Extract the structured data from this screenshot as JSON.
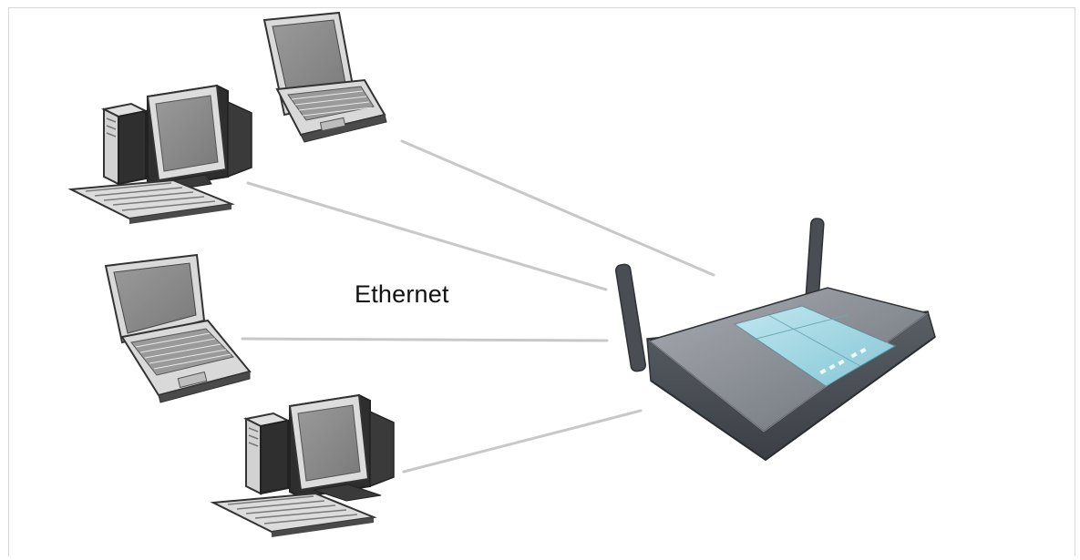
{
  "diagram": {
    "connection_label": "Ethernet",
    "nodes": [
      {
        "id": "laptop-top",
        "kind": "laptop"
      },
      {
        "id": "desktop-upper",
        "kind": "desktop"
      },
      {
        "id": "laptop-middle",
        "kind": "laptop"
      },
      {
        "id": "desktop-lower",
        "kind": "desktop"
      },
      {
        "id": "router",
        "kind": "wireless-router"
      }
    ],
    "links": [
      {
        "from": "laptop-top",
        "to": "router"
      },
      {
        "from": "desktop-upper",
        "to": "router"
      },
      {
        "from": "laptop-middle",
        "to": "router"
      },
      {
        "from": "desktop-lower",
        "to": "router"
      }
    ],
    "colors": {
      "link": "#c8c8c8",
      "device_body": "#d6d6d6",
      "device_dark": "#3a3a3a",
      "screen": "#8a8a8a",
      "router_body": "#7c8188",
      "router_panel": "#9fd3e0"
    }
  }
}
